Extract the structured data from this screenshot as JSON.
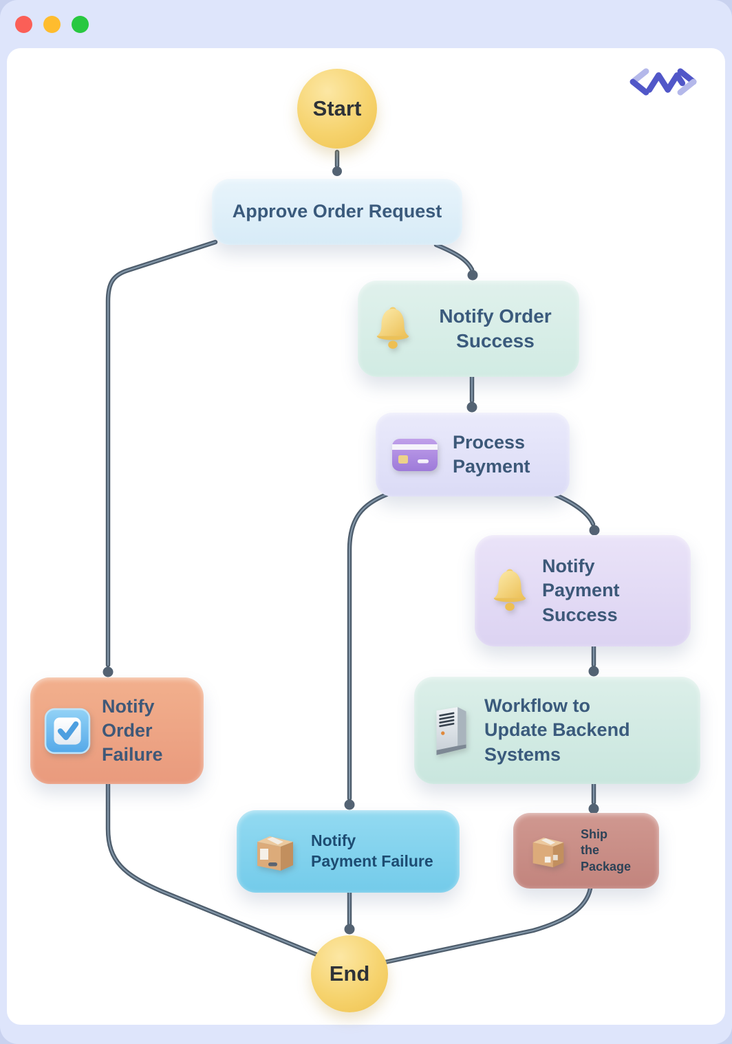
{
  "window": {
    "frame_color": "#dee5fb",
    "buttons": [
      {
        "name": "close",
        "color": "#fb5f57"
      },
      {
        "name": "minimize",
        "color": "#febc2e"
      },
      {
        "name": "maximize",
        "color": "#28c840"
      }
    ]
  },
  "logo": {
    "name": "code-zigzag-logo",
    "primary_color": "#5157c8",
    "accent_color": "#b4b8ea"
  },
  "flow": {
    "start": {
      "label": "Start",
      "color": "#f6d36e"
    },
    "end": {
      "label": "End",
      "color": "#f6d36e"
    },
    "nodes": [
      {
        "id": "approve-order-request",
        "lines": [
          "Approve Order Request"
        ],
        "icon": null,
        "color": "#dcecf8",
        "text_color": "#3a5a7c"
      },
      {
        "id": "notify-order-success",
        "lines": [
          "Notify Order",
          "Success"
        ],
        "icon": "bell-icon",
        "color": "#d7ece5",
        "text_color": "#3a5a7c"
      },
      {
        "id": "process-payment",
        "lines": [
          "Process",
          "Payment"
        ],
        "icon": "credit-card-icon",
        "color": "#e2e2f8",
        "text_color": "#3c5878"
      },
      {
        "id": "notify-payment-success",
        "lines": [
          "Notify",
          "Payment",
          "Success"
        ],
        "icon": "bell-icon",
        "color": "#e3dbf5",
        "text_color": "#3c5878"
      },
      {
        "id": "workflow-update-backend-systems",
        "lines": [
          "Workflow to",
          "Update Backend",
          "Systems"
        ],
        "icon": "server-icon",
        "color": "#d2eae3",
        "text_color": "#3a5a7c"
      },
      {
        "id": "notify-order-failure",
        "lines": [
          "Notify",
          "Order",
          "Failure"
        ],
        "icon": "checkbox-icon",
        "color": "#eda285",
        "text_color": "#3f5878"
      },
      {
        "id": "notify-payment-failure",
        "lines": [
          "Notify",
          "Payment Failure"
        ],
        "icon": "package-icon",
        "color": "#7ed0ed",
        "text_color": "#1d4c72"
      },
      {
        "id": "ship-the-package",
        "lines": [
          "Ship",
          "the",
          "Package"
        ],
        "icon": "package-icon",
        "color": "#c98d85",
        "text_color": "#2c4257"
      }
    ],
    "edges": [
      {
        "from": "start",
        "to": "approve-order-request"
      },
      {
        "from": "approve-order-request",
        "to": "notify-order-success"
      },
      {
        "from": "approve-order-request",
        "to": "notify-order-failure"
      },
      {
        "from": "notify-order-success",
        "to": "process-payment"
      },
      {
        "from": "process-payment",
        "to": "notify-payment-success"
      },
      {
        "from": "process-payment",
        "to": "notify-payment-failure"
      },
      {
        "from": "notify-payment-success",
        "to": "workflow-update-backend-systems"
      },
      {
        "from": "workflow-update-backend-systems",
        "to": "ship-the-package"
      },
      {
        "from": "notify-order-failure",
        "to": "end"
      },
      {
        "from": "notify-payment-failure",
        "to": "end"
      },
      {
        "from": "ship-the-package",
        "to": "end"
      }
    ],
    "edge_color": "#56657a"
  }
}
